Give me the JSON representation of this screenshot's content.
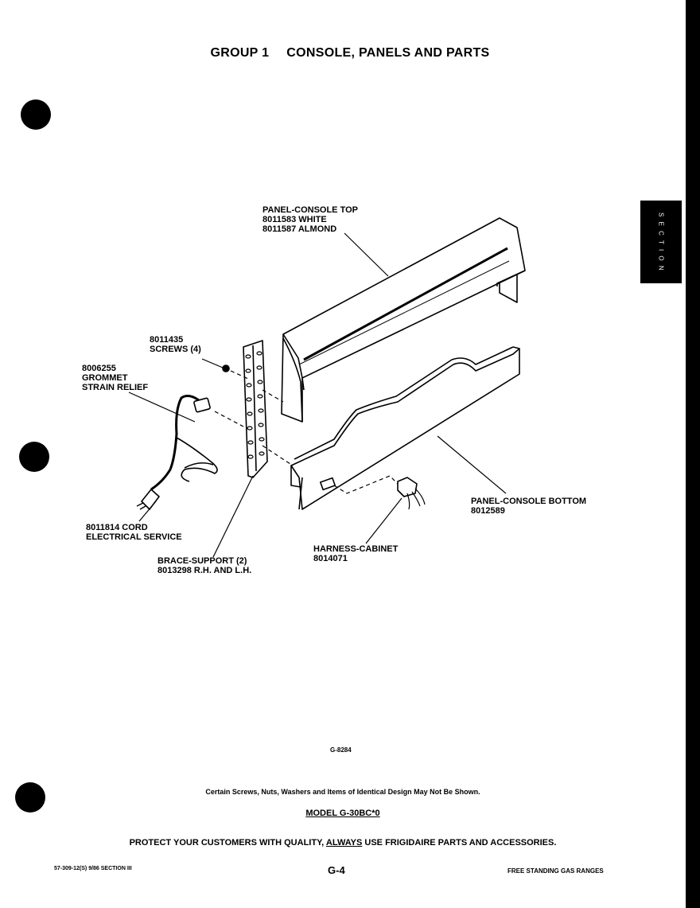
{
  "title": {
    "group": "GROUP 1",
    "name": "CONSOLE, PANELS AND PARTS"
  },
  "side_tab": {
    "text": "S E C T I O N"
  },
  "labels": {
    "panel_top": [
      "PANEL-CONSOLE TOP",
      "8011583 WHITE",
      "8011587 ALMOND"
    ],
    "screws": [
      "8011435",
      "SCREWS (4)"
    ],
    "grommet": [
      "8006255",
      "GROMMET",
      "STRAIN RELIEF"
    ],
    "cord": [
      "8011814 CORD",
      "ELECTRICAL SERVICE"
    ],
    "brace": [
      "BRACE-SUPPORT (2)",
      "8013298 R.H. AND L.H."
    ],
    "harness": [
      "HARNESS-CABINET",
      "8014071"
    ],
    "panel_bottom": [
      "PANEL-CONSOLE BOTTOM",
      "8012589"
    ]
  },
  "figure_code": "G-8284",
  "note": "Certain Screws, Nuts, Washers and Items of Identical Design May Not Be Shown.",
  "model": "MODEL G-30BC*0",
  "protect": {
    "before": "PROTECT YOUR CUSTOMERS WITH QUALITY, ",
    "always": "ALWAYS",
    "after": " USE FRIGIDAIRE PARTS AND ACCESSORIES."
  },
  "footer": {
    "left": "57-309-12(S) 9/86  SECTION III",
    "center": "G-4",
    "right": "FREE STANDING GAS RANGES"
  }
}
